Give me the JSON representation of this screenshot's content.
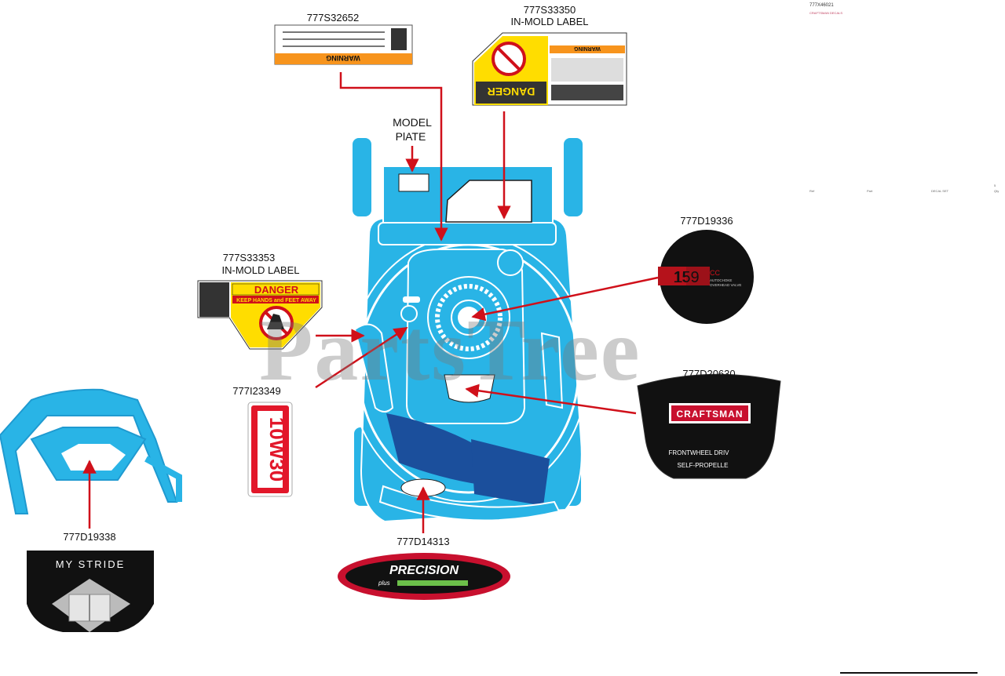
{
  "watermark": "PartsTree",
  "callouts": {
    "c1": {
      "part": "777S32652"
    },
    "c2": {
      "part": "777S33350",
      "note": "IN-MOLD LABEL"
    },
    "c3": {
      "line1": "MODEL",
      "line2": "PlATE"
    },
    "c4": {
      "part": "777D19336"
    },
    "c5": {
      "part": "777S33353",
      "note": "IN-MOLD LABEL"
    },
    "c6": {
      "part": "777I23349"
    },
    "c7": {
      "part": "777D20630"
    },
    "c8": {
      "part": "777D19338"
    },
    "c9": {
      "part": "777D14313"
    }
  },
  "decals": {
    "warning_text": "WARNING",
    "danger_text": "DANGER",
    "keep_away": "KEEP HANDS and FEET AWAY",
    "displacement": "159",
    "displacement_unit": "CC",
    "engine_desc1": "AUTOCHOKE",
    "engine_desc2": "OVERHEAD VALVE",
    "oil": "10W30",
    "brand": "CRAFTSMAN",
    "drive1": "FRONTWHEEL DRIV",
    "drive2": "SELF-PROPELLE",
    "handle": "MY STRIDE",
    "series": "PRECISION",
    "series_sub": "plus"
  },
  "side_panel": {
    "t1": "777X46021",
    "t2": "CRAFTSMAN DECALS",
    "t3": "5",
    "t4": "Qty",
    "t5": "Ref",
    "t6": "Part",
    "t7": "DECAL SET"
  },
  "colors": {
    "mower_blue": "#29b4e6",
    "mower_dark": "#1b4f9c",
    "arrow_red": "#d0101a",
    "warning_orange": "#f7941d",
    "danger_yellow": "#ffdd00",
    "decal_black": "#111111"
  }
}
